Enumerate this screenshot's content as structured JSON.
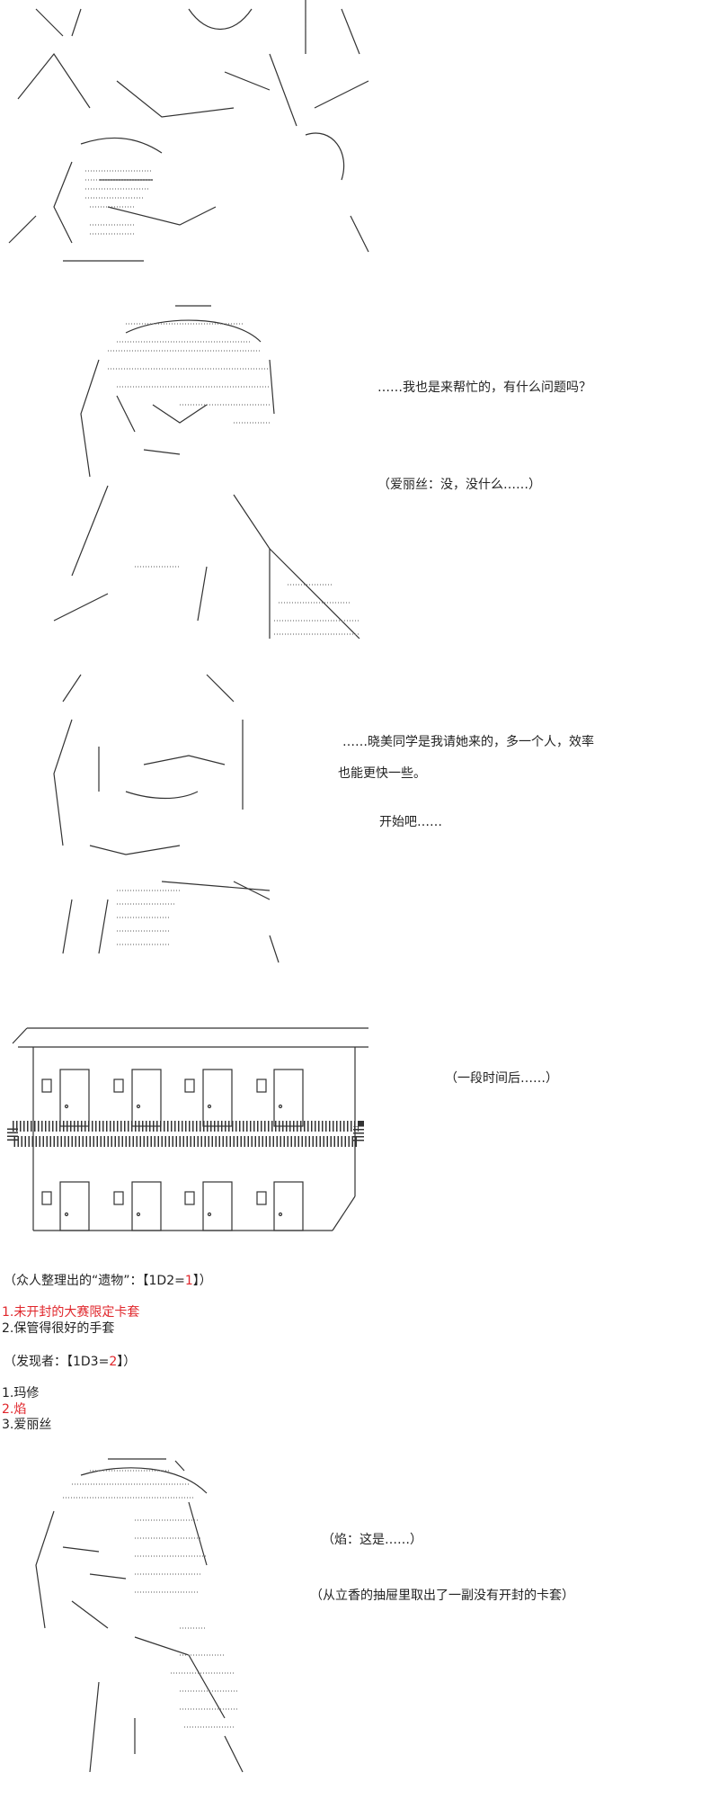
{
  "panels": {
    "p2": {
      "line1": "……我也是来帮忙的，有什么问题吗？",
      "line2": "（爱丽丝：没，没什么……）"
    },
    "p3": {
      "line1": "……晓美同学是我请她来的，多一个人，效率",
      "line2": "也能更快一些。",
      "line3": "开始吧……"
    },
    "p4": {
      "line1": "（一段时间后……）"
    },
    "rolls": {
      "relic_header_prefix": "（众人整理出的“遗物”：【1D2=",
      "relic_roll": "1",
      "relic_header_suffix": "】）",
      "relic_options": [
        "1.未开封的大赛限定卡套",
        "2.保管得很好的手套"
      ],
      "finder_header_prefix": "（发现者：【1D3=",
      "finder_roll": "2",
      "finder_header_suffix": "】）",
      "finder_options": [
        "1.玛修",
        "2.焰",
        "3.爱丽丝"
      ]
    },
    "p5": {
      "line1": "（焰：这是……）",
      "line2": "（从立香的抽屉里取出了一副没有开封的卡套）"
    }
  },
  "colors": {
    "highlight": "#e0262b",
    "text": "#222222"
  }
}
